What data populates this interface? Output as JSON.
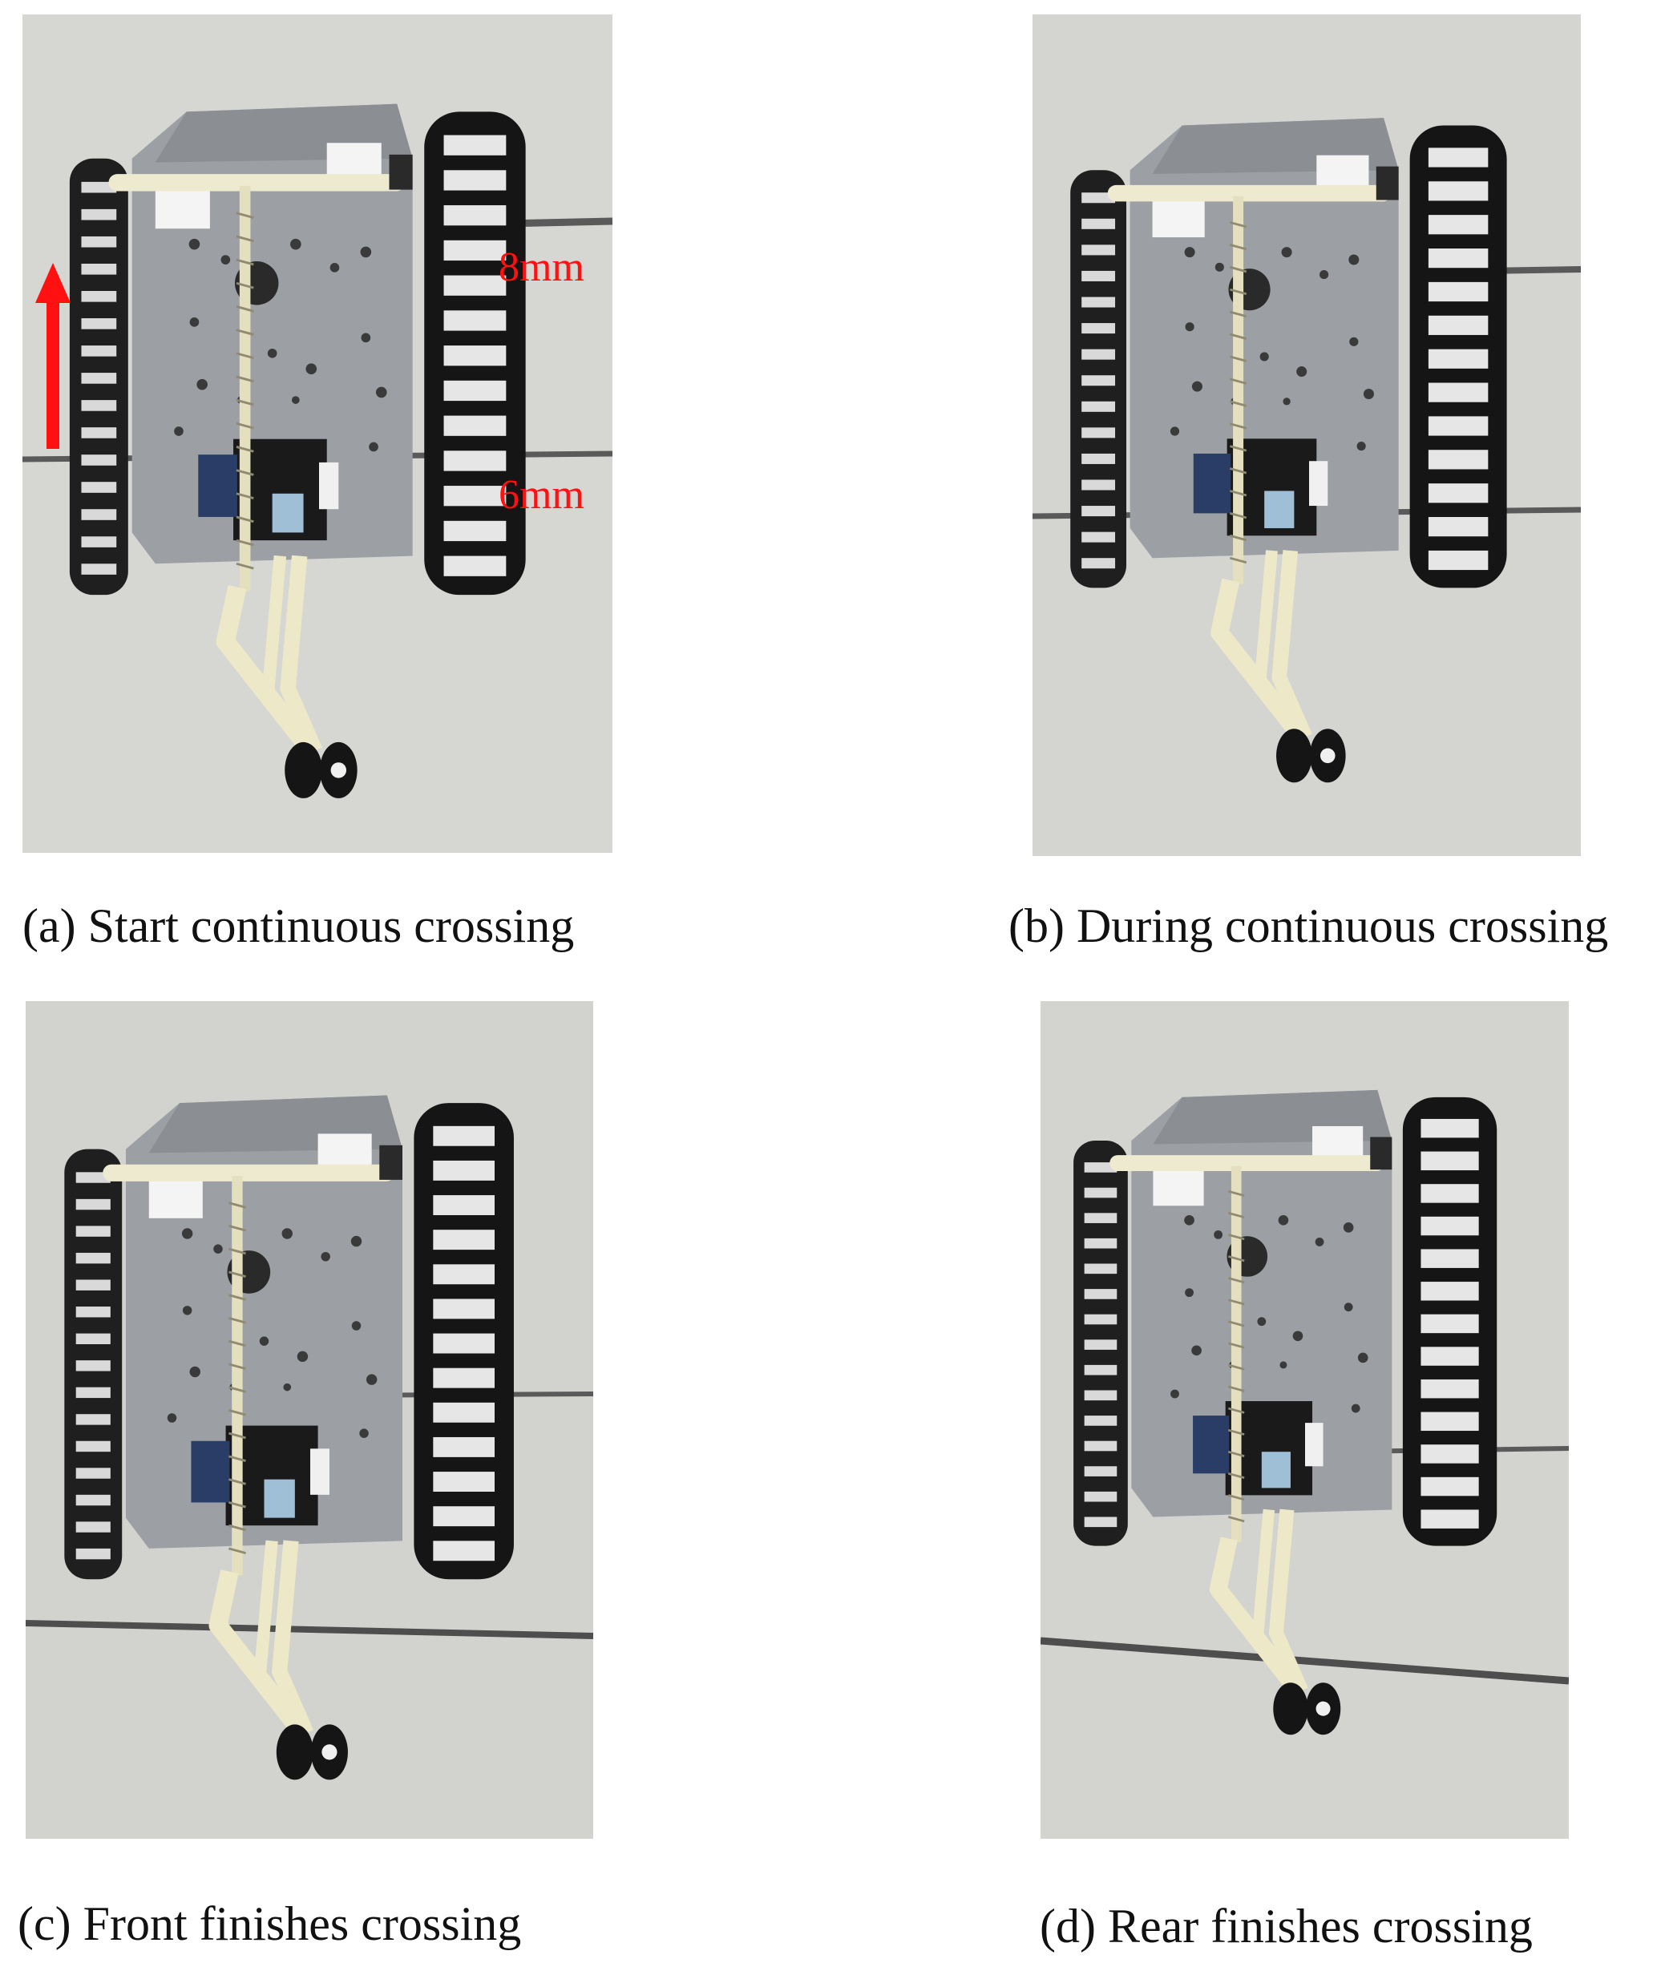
{
  "panels": [
    {
      "id": "a",
      "caption": "(a) Start continuous crossing"
    },
    {
      "id": "b",
      "caption": "(b) During continuous crossing"
    },
    {
      "id": "c",
      "caption": "(c) Front finishes crossing"
    },
    {
      "id": "d",
      "caption": "(d) Rear finishes crossing"
    }
  ],
  "annotations": {
    "upper_rod": "8mm",
    "lower_rod": "6mm"
  },
  "colors": {
    "wall": "#d4d4d0",
    "plate": "#9a9da2",
    "track": "#1c1c1c",
    "arm": "#ece8c8",
    "arrow": "#ff1111"
  }
}
